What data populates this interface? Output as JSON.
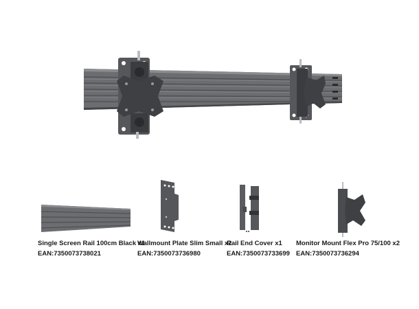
{
  "hero": {
    "description": "assembled rail with two monitor mounts"
  },
  "components": [
    {
      "name": "Single Screen Rail 100cm Black x1",
      "ean": "EAN:7350073738021"
    },
    {
      "name": "Wallmount Plate Slim Small x2",
      "ean": "EAN:7350073736980"
    },
    {
      "name": "Rail End Cover x1",
      "ean": "EAN:7350073733699"
    },
    {
      "name": "Monitor Mount Flex Pro 75/100 x2",
      "ean": "EAN:7350073736294"
    }
  ],
  "colors": {
    "rail": "#6b6d70",
    "rail_dark": "#4a4c4f",
    "rail_light": "#8a8c8f",
    "mount": "#3e4043",
    "background": "#ffffff"
  }
}
